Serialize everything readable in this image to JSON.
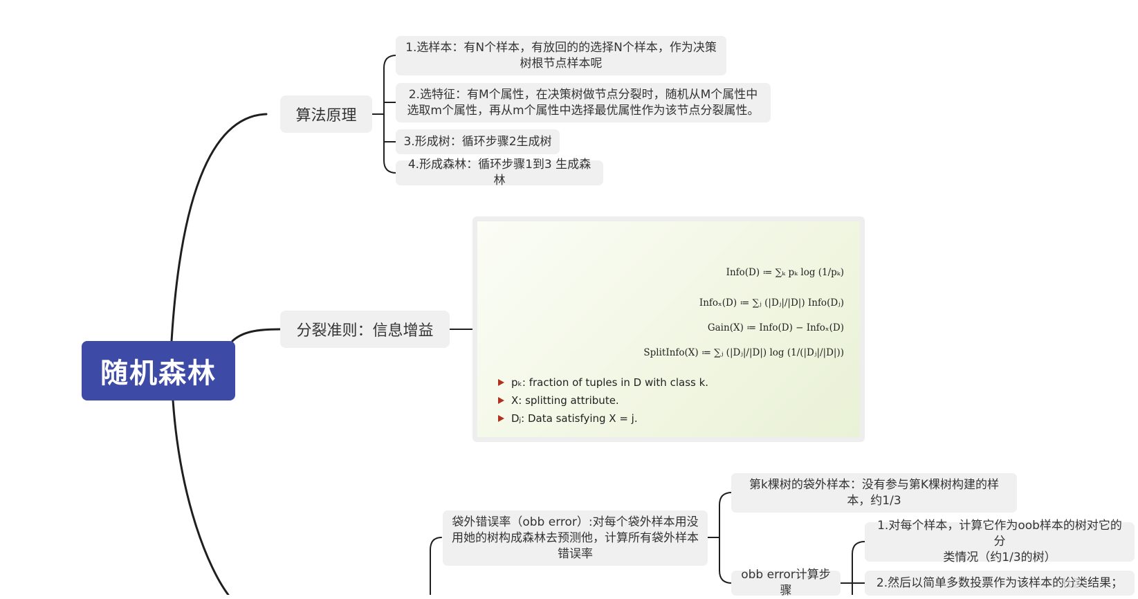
{
  "root": {
    "label": "随机森林"
  },
  "colors": {
    "root_fill": "#3d4aa6",
    "node_fill": "#f0f0f0",
    "line": "#1f1f1f",
    "bullet": "#b0311e"
  },
  "branches": {
    "principle": {
      "label": "算法原理",
      "steps": [
        {
          "line1": "1.选样本：有N个样本，有放回的的选择N个样本，作为决策",
          "line2": "树根节点样本呢"
        },
        {
          "line1": "2.选特征：有M个属性，在决策树做节点分裂时，随机从M个属性中",
          "line2": "选取m个属性，再从m个属性中选择最优属性作为该节点分裂属性。"
        },
        {
          "line1": "3.形成树：循环步骤2生成树"
        },
        {
          "line1": "4.形成森林：循环步骤1到3 生成森林"
        }
      ]
    },
    "split": {
      "label": "分裂准则：信息增益",
      "formulas": [
        "Info(D) ≔ ∑ₖ pₖ log (1/pₖ)",
        "Infoₓ(D) ≔ ∑ⱼ (|Dⱼ|/|D|) Info(Dⱼ)",
        "Gain(X) ≔ Info(D) − Infoₓ(D)",
        "SplitInfo(X) ≔ ∑ⱼ (|Dⱼ|/|D|) log (1/(|Dⱼ|/|D|))"
      ],
      "bullets": [
        "pₖ: fraction of tuples in D with class k.",
        "X: splitting attribute.",
        "Dⱼ: Data satisfying X = j."
      ]
    },
    "oob": {
      "label_line1": "袋外错误率（obb error）:对每个袋外样本用没",
      "label_line2": "用她的树构成森林去预测他，计算所有袋外样本",
      "label_line3": "错误率",
      "oob_sample": {
        "line1": "第k棵树的袋外样本：没有参与第K棵树构建的样",
        "line2": "本，约1/3"
      },
      "steps_label": "obb error计算步骤",
      "steps": [
        {
          "line1": "1.对每个样本，计算它作为oob样本的树对它的分",
          "line2": "类情况（约1/3的树）"
        },
        {
          "line1": "2.然后以简单多数投票作为该样本的分类结果；"
        }
      ]
    }
  },
  "watermark": "社区"
}
